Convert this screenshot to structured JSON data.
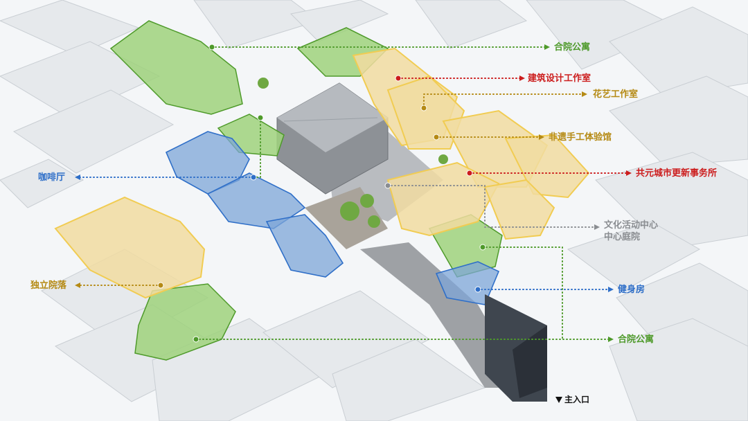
{
  "colors": {
    "green": "#4e9a2a",
    "red": "#cc1d1d",
    "gold": "#b58a14",
    "gray": "#8a8d91",
    "blue": "#2f6fc8",
    "green_fill": "#9fd27c",
    "blue_fill": "#7ea6d8",
    "yellow_fill": "#f1dca1",
    "yellow_stroke": "#f1cc52",
    "blue_stroke": "#2f6fc8"
  },
  "labels": {
    "apartment_top": "合院公寓",
    "architecture_studio": "建筑设计工作室",
    "flower_studio": "花艺工作室",
    "heritage_hall": "非遗手工体验馆",
    "renewal_office": "共元城市更新事务所",
    "cultural_center_line1": "文化活动中心",
    "cultural_center_line2": "中心庭院",
    "cafe": "咖啡厅",
    "courtyard": "独立院落",
    "gym": "健身房",
    "apartment_bottom": "合院公寓",
    "main_entrance": "主入口"
  }
}
